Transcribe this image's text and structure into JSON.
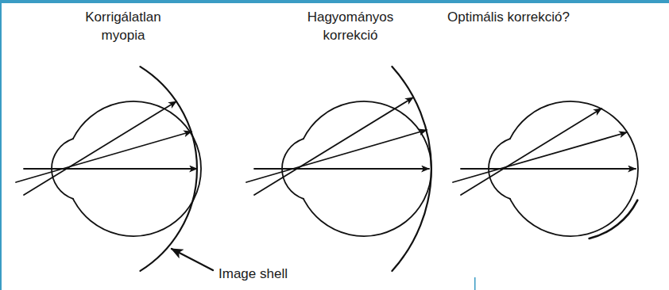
{
  "diagram": {
    "labels": [
      "Korrigálatlan myopia",
      "Hagyományos korrekció",
      "Optimális korrekció?",
      "Image shell"
    ]
  }
}
